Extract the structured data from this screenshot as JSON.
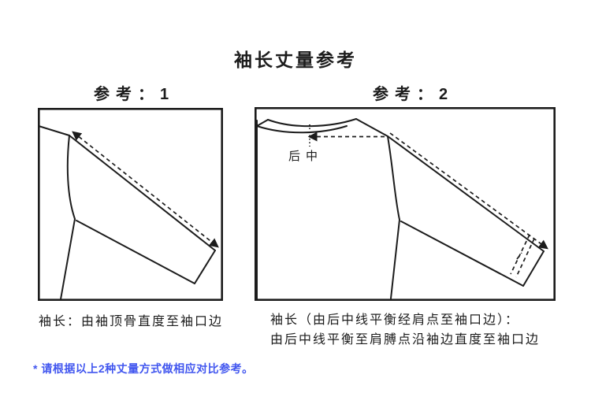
{
  "title": "袖长丈量参考",
  "colors": {
    "ink": "#1c1c1c",
    "note_blue": "#4156ef",
    "background": "#ffffff"
  },
  "panels": [
    {
      "label": "参考：1",
      "caption": "袖长：由袖顶骨直度至袖口边"
    },
    {
      "label": "参考：2",
      "annotation": "后中",
      "caption_line1": "袖长（由后中线平衡经肩点至袖口边）：",
      "caption_line2": "由后中线平衡至肩膊点沿袖边直度至袖口边"
    }
  ],
  "footnote": "* 请根据以上2种丈量方式做相应对比参考。"
}
